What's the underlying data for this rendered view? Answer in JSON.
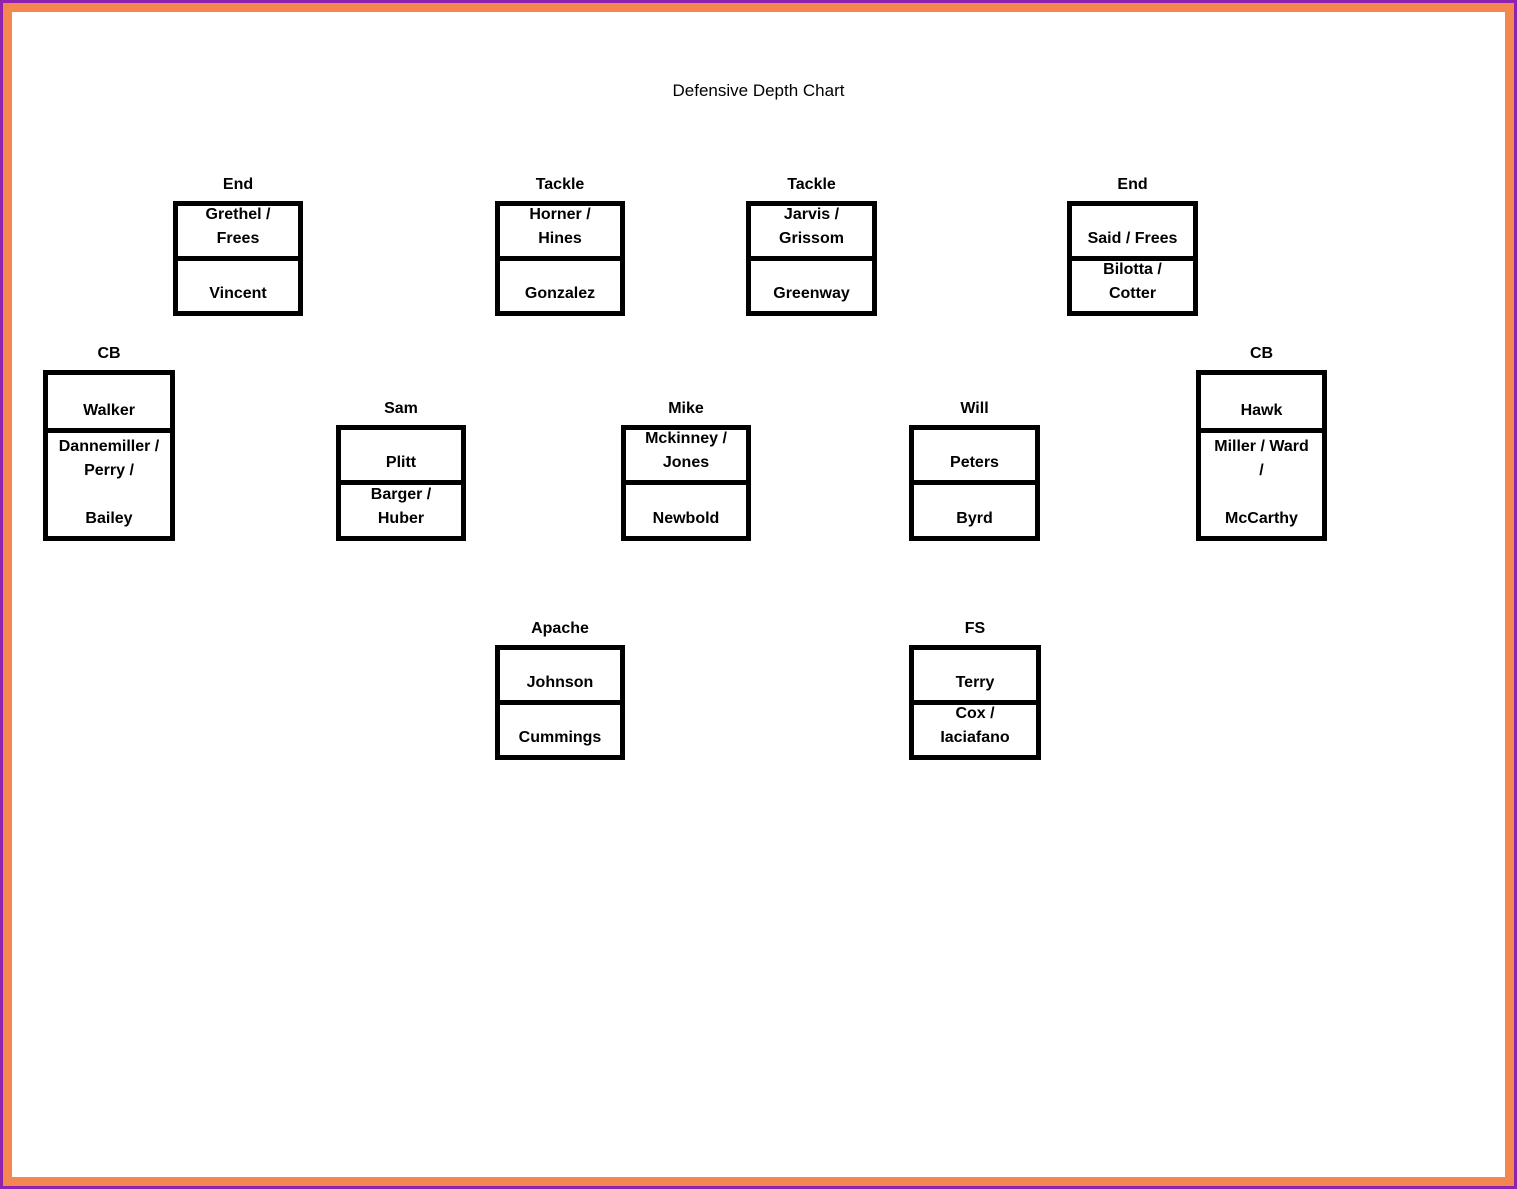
{
  "title": "Defensive Depth Chart",
  "colors": {
    "outer_border": "#8f23ad",
    "inner_border": "#f4864f",
    "box_border": "#000000",
    "text": "#000000"
  },
  "positions": [
    {
      "label": "End",
      "cells": [
        {
          "lines": [
            "Grethel /",
            "Frees"
          ]
        },
        {
          "lines": [
            "Vincent"
          ]
        }
      ]
    },
    {
      "label": "Tackle",
      "cells": [
        {
          "lines": [
            "Horner /",
            "Hines"
          ]
        },
        {
          "lines": [
            "Gonzalez"
          ]
        }
      ]
    },
    {
      "label": "Tackle",
      "cells": [
        {
          "lines": [
            "Jarvis /",
            "Grissom"
          ]
        },
        {
          "lines": [
            "Greenway"
          ]
        }
      ]
    },
    {
      "label": "End",
      "cells": [
        {
          "lines": [
            "Said / Frees"
          ]
        },
        {
          "lines": [
            "Bilotta /",
            "Cotter"
          ]
        }
      ]
    },
    {
      "label": "CB",
      "cells": [
        {
          "lines": [
            "Walker"
          ]
        },
        {
          "lines": [
            "Dannemiller /",
            "Perry /",
            "",
            "Bailey"
          ]
        }
      ]
    },
    {
      "label": "Sam",
      "cells": [
        {
          "lines": [
            "Plitt"
          ]
        },
        {
          "lines": [
            "Barger /",
            "Huber"
          ]
        }
      ]
    },
    {
      "label": "Mike",
      "cells": [
        {
          "lines": [
            "Mckinney /",
            "Jones"
          ]
        },
        {
          "lines": [
            "Newbold"
          ]
        }
      ]
    },
    {
      "label": "Will",
      "cells": [
        {
          "lines": [
            "Peters"
          ]
        },
        {
          "lines": [
            "Byrd"
          ]
        }
      ]
    },
    {
      "label": "CB",
      "cells": [
        {
          "lines": [
            "Hawk"
          ]
        },
        {
          "lines": [
            "Miller / Ward",
            "/",
            "",
            "McCarthy"
          ]
        }
      ]
    },
    {
      "label": "Apache",
      "cells": [
        {
          "lines": [
            "Johnson"
          ]
        },
        {
          "lines": [
            "Cummings"
          ]
        }
      ]
    },
    {
      "label": "FS",
      "cells": [
        {
          "lines": [
            "Terry"
          ]
        },
        {
          "lines": [
            "Cox /",
            "Iaciafano"
          ]
        }
      ]
    }
  ]
}
